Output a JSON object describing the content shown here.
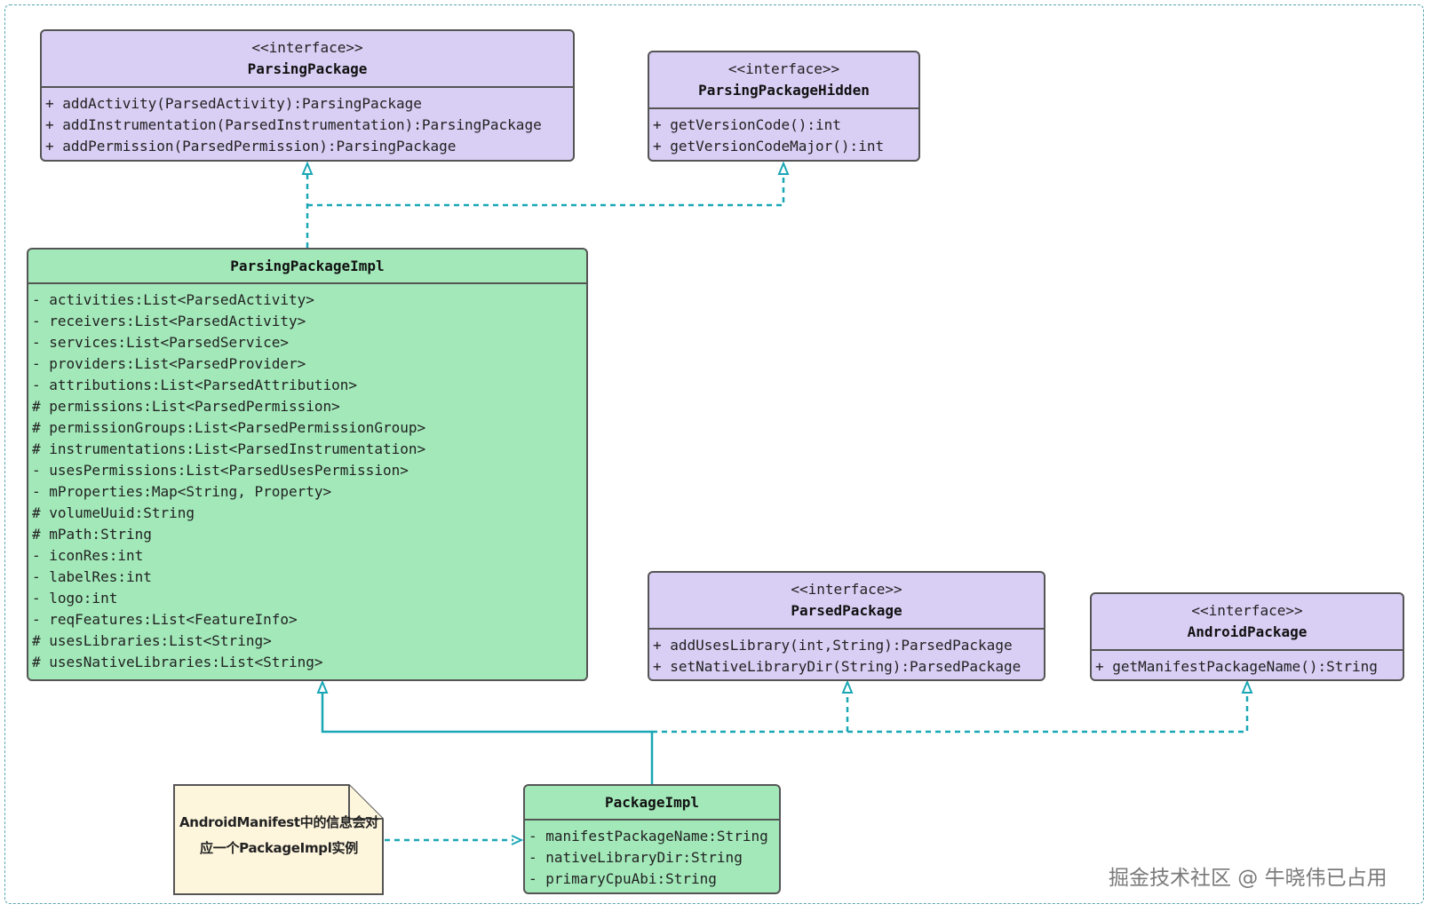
{
  "classes": {
    "parsing_package": {
      "stereotype": "<<interface>>",
      "name": "ParsingPackage",
      "members": [
        "+ addActivity(ParsedActivity):ParsingPackage",
        "+ addInstrumentation(ParsedInstrumentation):ParsingPackage",
        "+ addPermission(ParsedPermission):ParsingPackage"
      ]
    },
    "parsing_package_hidden": {
      "stereotype": "<<interface>>",
      "name": "ParsingPackageHidden",
      "members": [
        "+ getVersionCode():int",
        "+ getVersionCodeMajor():int"
      ]
    },
    "parsing_package_impl": {
      "name": "ParsingPackageImpl",
      "members": [
        "- activities:List<ParsedActivity>",
        "- receivers:List<ParsedActivity>",
        "- services:List<ParsedService>",
        "- providers:List<ParsedProvider>",
        "- attributions:List<ParsedAttribution>",
        "# permissions:List<ParsedPermission>",
        "# permissionGroups:List<ParsedPermissionGroup>",
        "# instrumentations:List<ParsedInstrumentation>",
        "- usesPermissions:List<ParsedUsesPermission>",
        "- mProperties:Map<String, Property>",
        "# volumeUuid:String",
        "# mPath:String",
        "- iconRes:int",
        "- labelRes:int",
        "- logo:int",
        "- reqFeatures:List<FeatureInfo>",
        "# usesLibraries:List<String>",
        "# usesNativeLibraries:List<String>"
      ]
    },
    "parsed_package": {
      "stereotype": "<<interface>>",
      "name": "ParsedPackage",
      "members": [
        "+ addUsesLibrary(int,String):ParsedPackage",
        "+ setNativeLibraryDir(String):ParsedPackage"
      ]
    },
    "android_package": {
      "stereotype": "<<interface>>",
      "name": "AndroidPackage",
      "members": [
        "+ getManifestPackageName():String"
      ]
    },
    "package_impl": {
      "name": "PackageImpl",
      "members": [
        "- manifestPackageName:String",
        "- nativeLibraryDir:String",
        "- primaryCpuAbi:String"
      ]
    }
  },
  "note": {
    "line1": "AndroidManifest中的信息会对",
    "line2": "应一个PackageImpl实例"
  },
  "watermark": "掘金技术社区 @ 牛晓伟已占用",
  "colors": {
    "interface_fill": "#d9cef4",
    "class_fill": "#a2e8b9",
    "border": "#555555",
    "connector": "#1aa7b5",
    "note_fill": "#fdf5dc"
  }
}
